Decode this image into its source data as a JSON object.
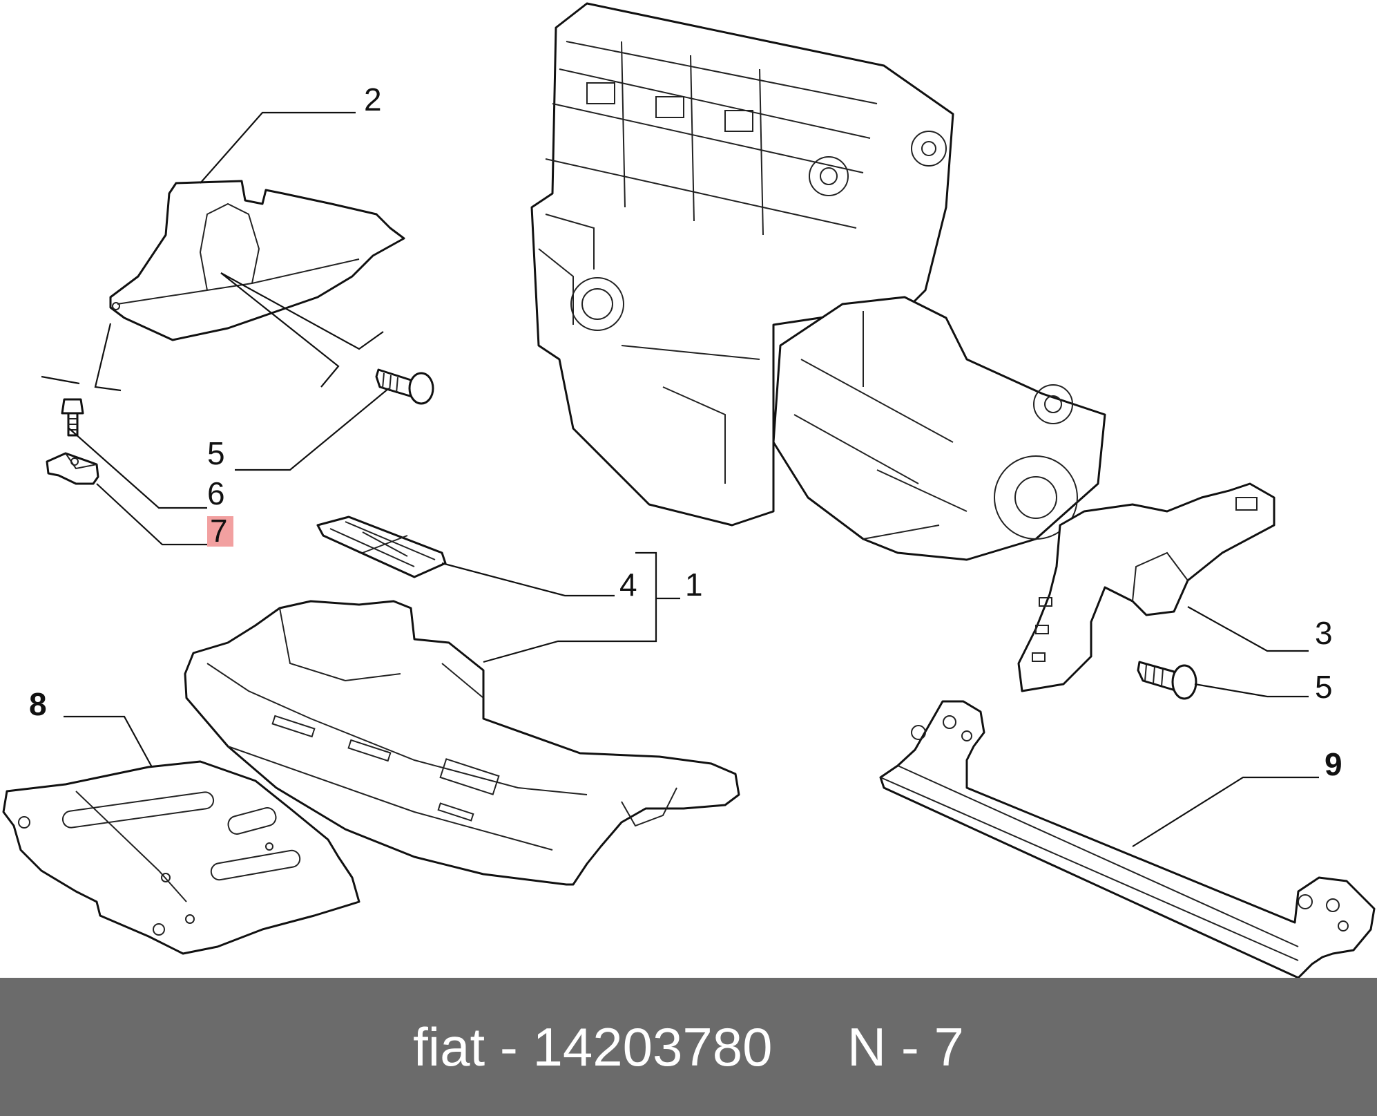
{
  "callouts": [
    {
      "id": "2",
      "bold": false
    },
    {
      "id": "5",
      "bold": false
    },
    {
      "id": "6",
      "bold": false
    },
    {
      "id": "7",
      "bold": false,
      "highlighted": true
    },
    {
      "id": "4",
      "bold": false
    },
    {
      "id": "1",
      "bold": false
    },
    {
      "id": "3",
      "bold": false
    },
    {
      "id": "5",
      "bold": false
    },
    {
      "id": "8",
      "bold": true
    },
    {
      "id": "9",
      "bold": true
    }
  ],
  "footer": {
    "text": "fiat - 14203780     N - 7"
  },
  "colors": {
    "footer_bg": "#6b6b6b",
    "footer_text": "#ffffff",
    "highlight": "#f2a0a0"
  }
}
